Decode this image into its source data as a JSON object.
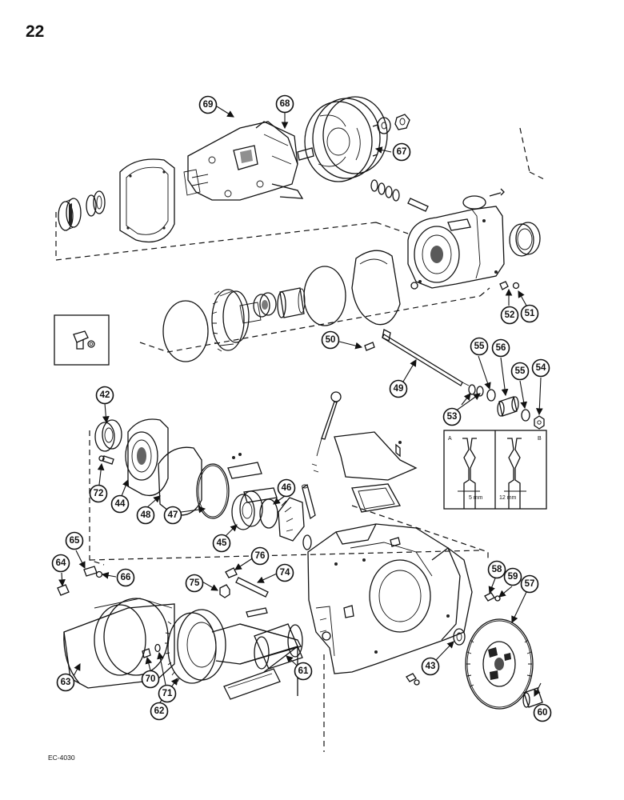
{
  "page": {
    "number": "22",
    "figure_code": "EC-4030"
  },
  "callouts": [
    "42",
    "43",
    "44",
    "45",
    "46",
    "47",
    "48",
    "49",
    "50",
    "51",
    "52",
    "53",
    "54",
    "55",
    "56",
    "57",
    "58",
    "59",
    "60",
    "61",
    "62",
    "63",
    "64",
    "65",
    "66",
    "67",
    "68",
    "69",
    "70",
    "71",
    "72",
    "74",
    "75",
    "76"
  ],
  "detail_view": {
    "label_a": "A",
    "label_b": "B",
    "dim_a": "5 mm",
    "dim_b": "12 mm"
  }
}
